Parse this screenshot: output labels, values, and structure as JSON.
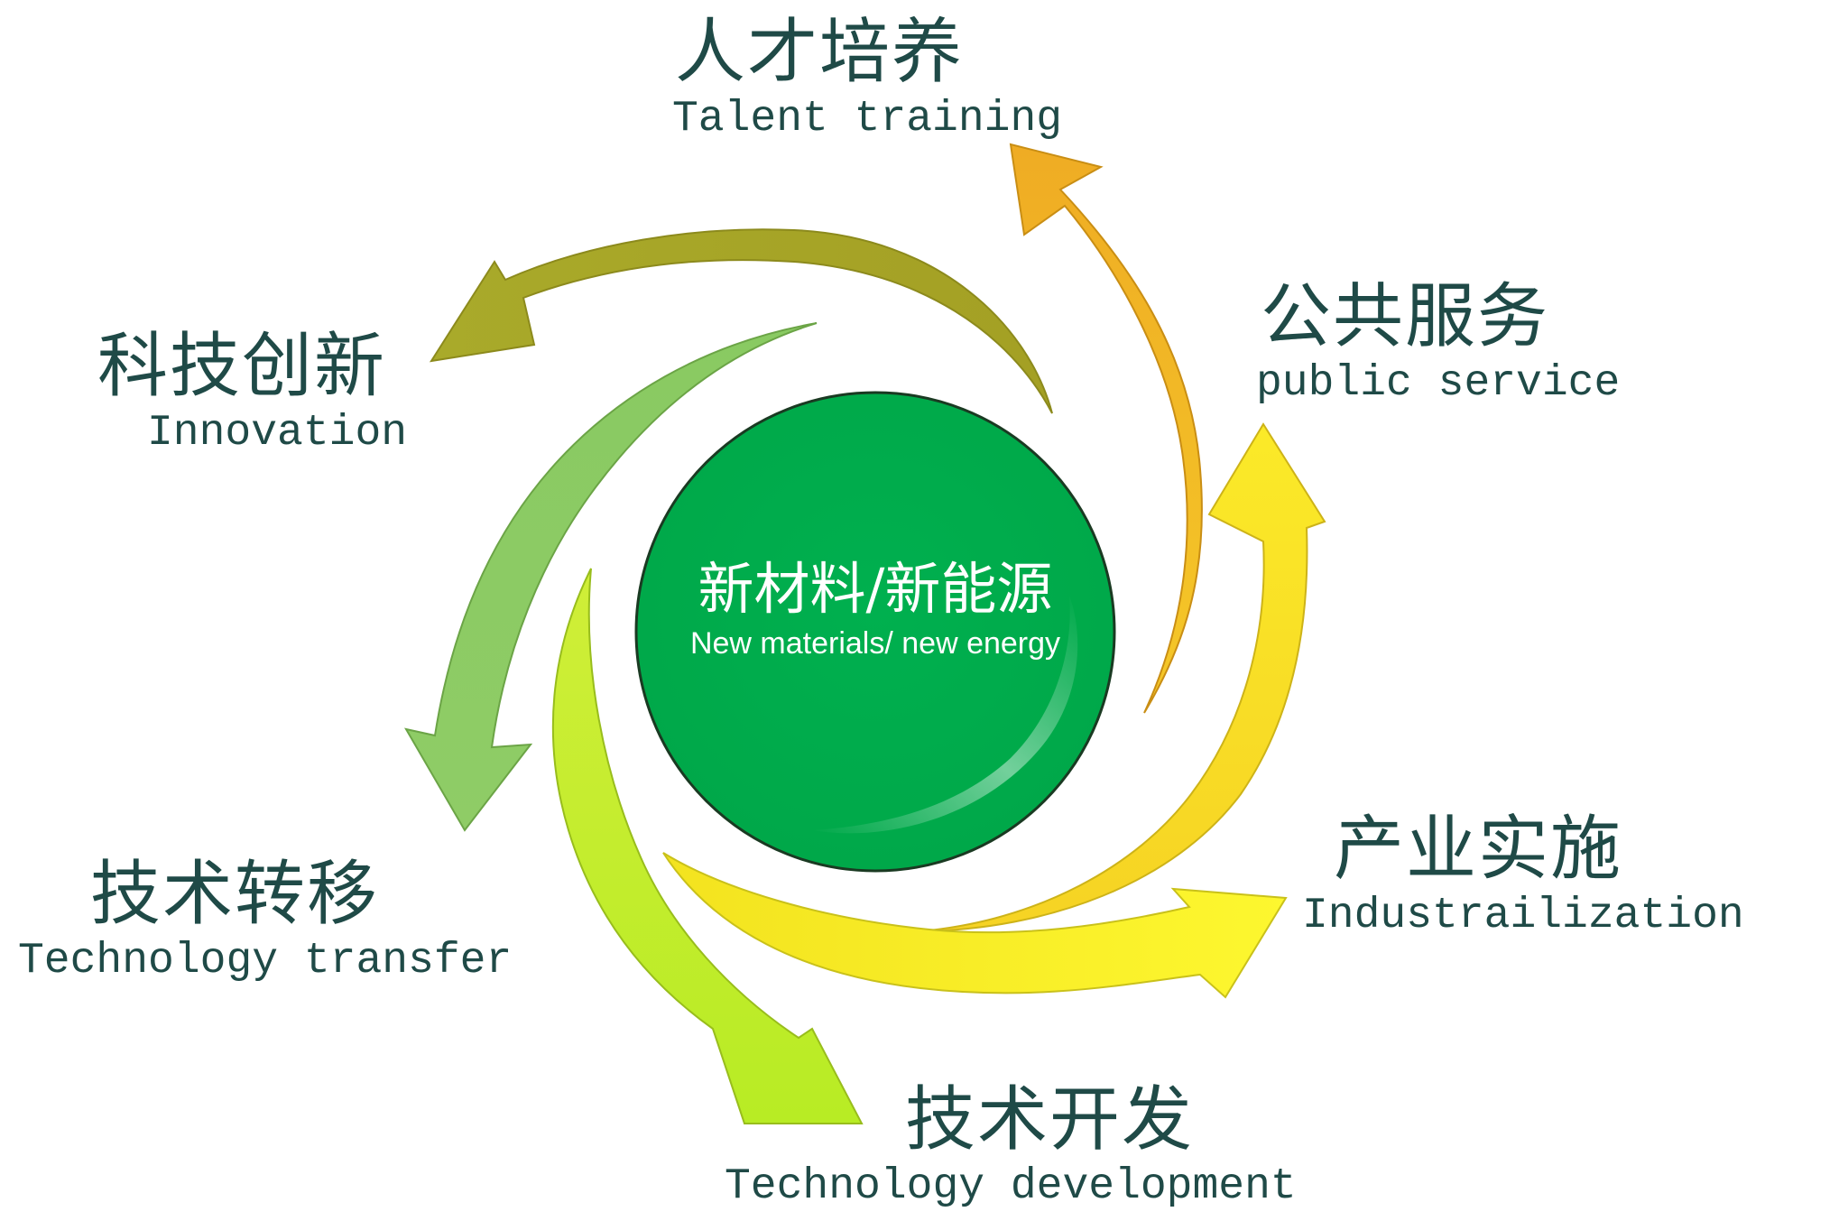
{
  "center": {
    "title_zh": "新材料/新能源",
    "title_en": "New materials/ new energy",
    "color": "#00ad4d"
  },
  "nodes": {
    "talent": {
      "zh": "人才培养",
      "en": "Talent training",
      "color": "#f0b321"
    },
    "public": {
      "zh": "公共服务",
      "en": "public service",
      "color": "#f8de22"
    },
    "industry": {
      "zh": "产业实施",
      "en": "Industrailization",
      "color": "#fbf02b"
    },
    "development": {
      "zh": "技术开发",
      "en": "Technology development",
      "color": "#c6ee2c"
    },
    "transfer": {
      "zh": "技术转移",
      "en": "Technology transfer",
      "color": "#84c75f"
    },
    "innovation": {
      "zh": "科技创新",
      "en": "Innovation",
      "color": "#a5a728"
    }
  },
  "text_color": "#1f4a47"
}
